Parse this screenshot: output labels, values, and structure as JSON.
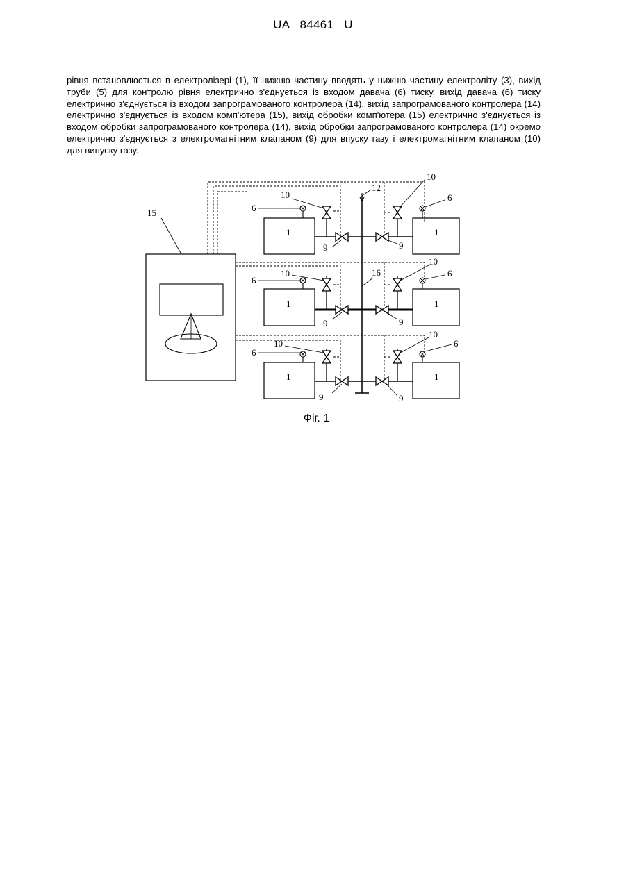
{
  "header": {
    "text": "UA   84461   U"
  },
  "body_text": "рівня встановлюється в електролізері (1), її нижню частину вводять у нижню частину електроліту (3), вихід труби (5) для контролю рівня електрично з'єднується із входом давача (6) тиску, вихід давача (6) тиску електрично з'єднується із входом запрограмованого контролера (14), вихід запрограмованого контролера (14) електрично з'єднується із входом комп'ютера (15), вихід обробки комп'ютера (15) електрично з'єднується із входом обробки запрограмованого контролера (14), вихід обробки запрограмованого контролера (14) окремо електрично з'єднується з електромагнітним клапаном (9) для впуску газу і електромагнітним клапаном (10) для випуску газу.",
  "figure": {
    "caption": "Фіг. 1",
    "labels": {
      "computer": "15",
      "main_pipe": "12",
      "manifold": "16",
      "electrolyzer": "1",
      "sensor": "6",
      "outlet_valve": "10",
      "inlet_valve": "9"
    }
  }
}
